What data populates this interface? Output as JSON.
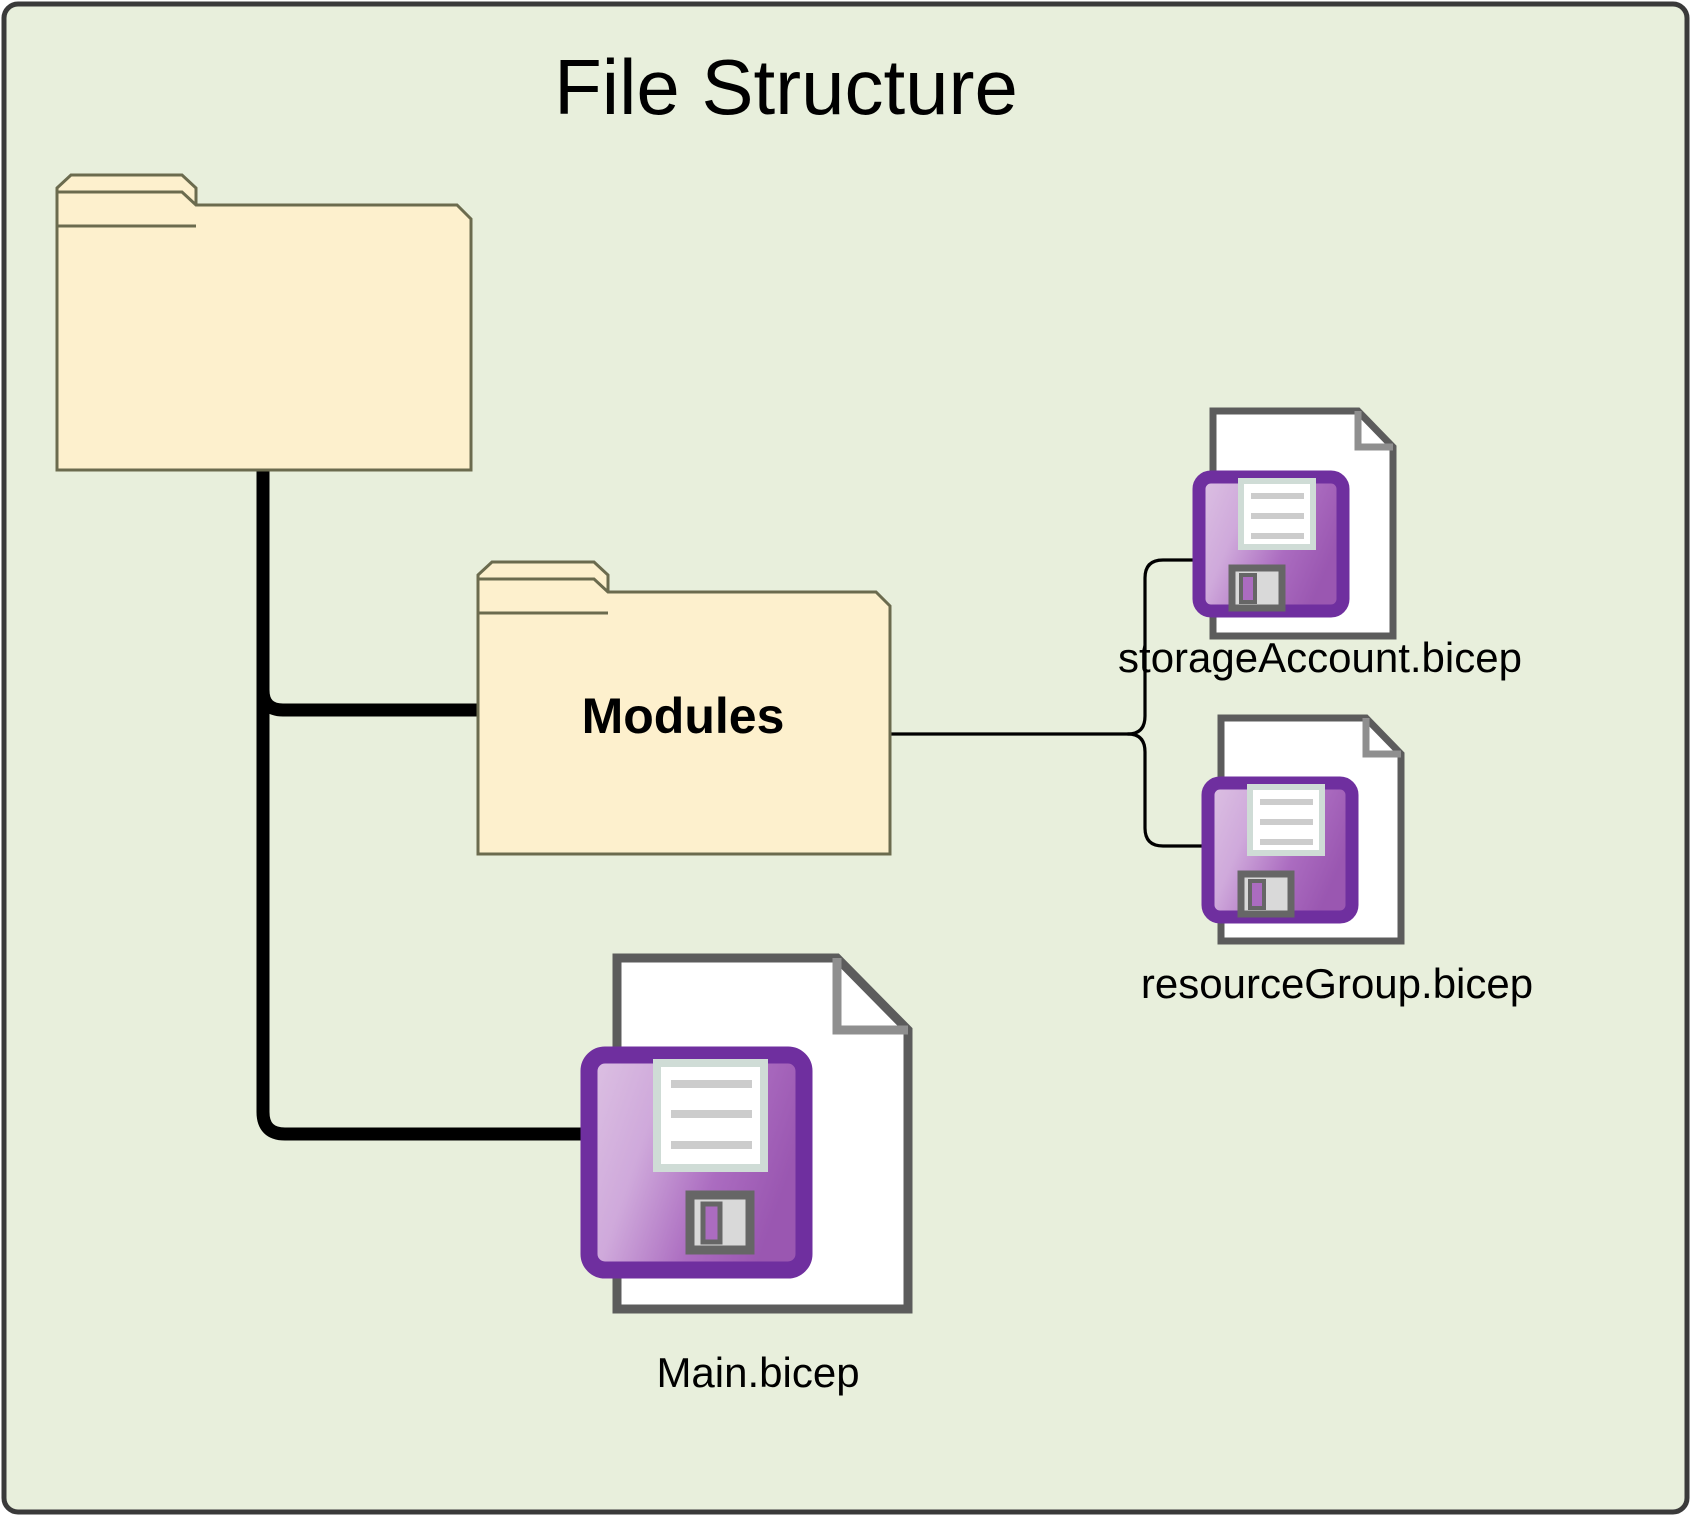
{
  "diagram": {
    "title": "File Structure",
    "background_color": "#e8efdc",
    "border_color": "#333333",
    "type": "file-tree"
  },
  "palette": {
    "folder_fill": "#fdf0cd",
    "folder_stroke": "#6b6b4e",
    "document_fill": "#ffffff",
    "document_stroke": "#5c5c5c",
    "floppy_border": "#6f2f9f",
    "floppy_body_light": "#d5b4dd",
    "floppy_body_dark": "#a061bb",
    "floppy_label_fill": "#ffffff",
    "floppy_label_border": "#cfdcd6",
    "floppy_line": "#cccccc",
    "shutter_fill": "#d9d9d9",
    "shutter_stroke": "#666666",
    "shutter_slot": "#ab6cc0",
    "connector_thick": "#000000",
    "connector_thin": "#000000"
  },
  "nodes": {
    "root_folder": {
      "name": "root-folder",
      "label": "",
      "kind": "folder"
    },
    "modules_folder": {
      "name": "modules-folder",
      "label": "Modules",
      "kind": "folder"
    },
    "main_file": {
      "name": "main-bicep-file",
      "label": "Main.bicep",
      "kind": "file"
    },
    "storage_file": {
      "name": "storage-account-bicep-file",
      "label": "storageAccount.bicep",
      "kind": "file"
    },
    "resource_group_file": {
      "name": "resource-group-bicep-file",
      "label": "resourceGroup.bicep",
      "kind": "file"
    }
  },
  "edges": [
    {
      "from": "root_folder",
      "to": "modules_folder",
      "style": "thick"
    },
    {
      "from": "root_folder",
      "to": "main_file",
      "style": "thick"
    },
    {
      "from": "modules_folder",
      "to": "storage_file",
      "style": "thin"
    },
    {
      "from": "modules_folder",
      "to": "resource_group_file",
      "style": "thin"
    }
  ]
}
